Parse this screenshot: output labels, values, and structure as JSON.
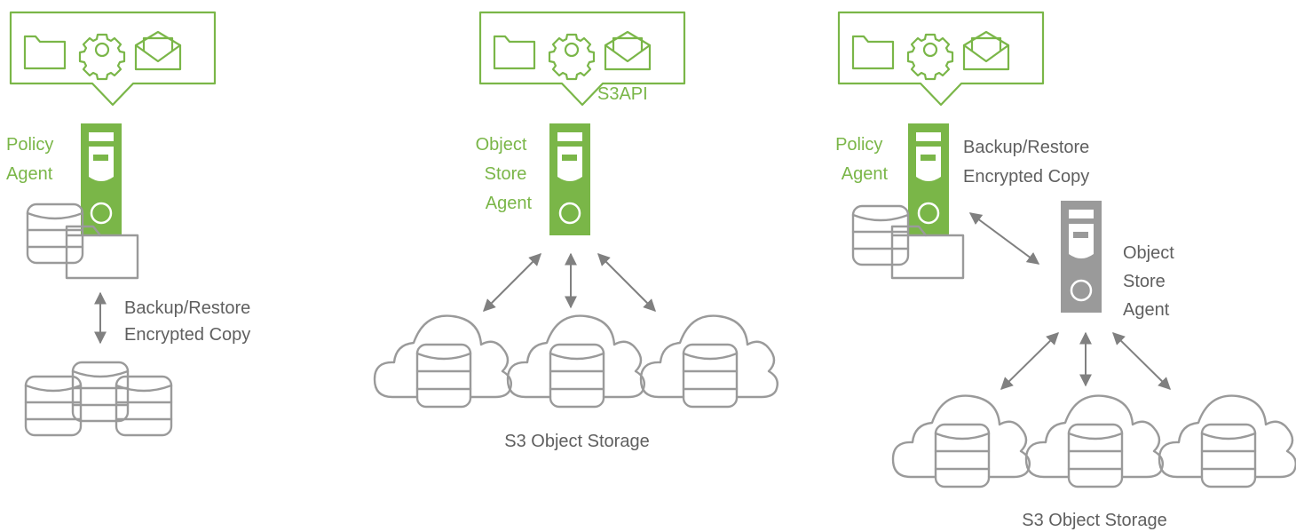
{
  "panel1": {
    "agent_label": [
      "Policy",
      "Agent"
    ],
    "transfer_label": [
      "Backup/Restore",
      "Encrypted Copy"
    ]
  },
  "panel2": {
    "api_label": "S3API",
    "agent_label": [
      "Object",
      "Store",
      "Agent"
    ],
    "storage_label": "S3 Object Storage"
  },
  "panel3": {
    "agent_label": [
      "Policy",
      "Agent"
    ],
    "transfer_label": [
      "Backup/Restore",
      "Encrypted Copy"
    ],
    "object_agent_label": [
      "Object",
      "Store",
      "Agent"
    ],
    "storage_label": "S3 Object Storage"
  },
  "colors": {
    "green": "#7ab648",
    "gray": "#9a9a9a",
    "dark_gray": "#5f5f5f"
  }
}
